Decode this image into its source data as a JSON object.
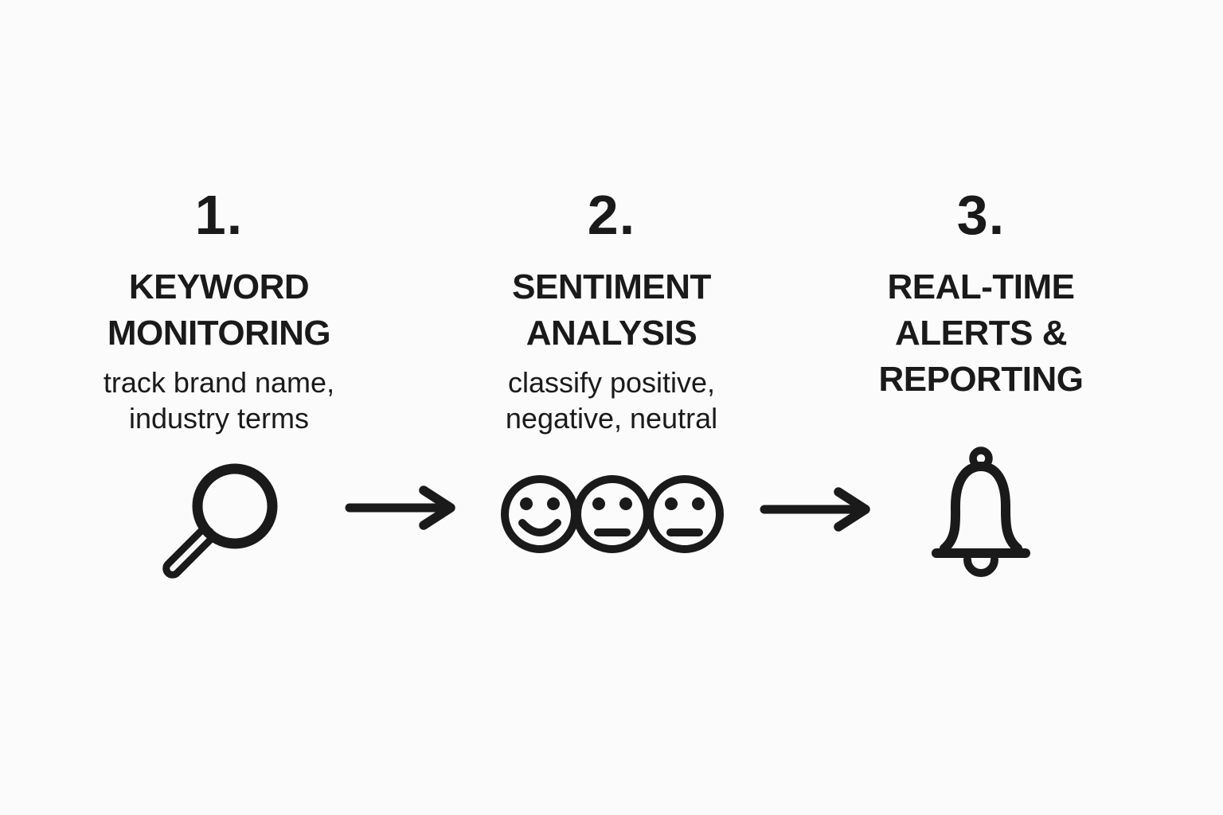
{
  "canvas": {
    "background_color": "#fbfbfb",
    "ink_color": "#1a1a1a"
  },
  "diagram": {
    "type": "process-flow",
    "steps": [
      {
        "number": "1.",
        "title": "KEYWORD\nMONITORING",
        "subtitle": "track brand name,\nindustry terms",
        "icon": "search-icon"
      },
      {
        "number": "2.",
        "title": "SENTIMENT\nANALYSIS",
        "subtitle": "classify positive,\nnegative, neutral",
        "icon": "sentiment-faces-icon"
      },
      {
        "number": "3.",
        "title": "REAL-TIME\nALERTS &\nREPORTING",
        "subtitle": "",
        "icon": "alert-bell-icon"
      }
    ],
    "connectors": [
      {
        "icon": "right-arrow-icon",
        "from": "step-1",
        "to": "step-2"
      },
      {
        "icon": "right-arrow-icon",
        "from": "step-2",
        "to": "step-3"
      }
    ]
  }
}
